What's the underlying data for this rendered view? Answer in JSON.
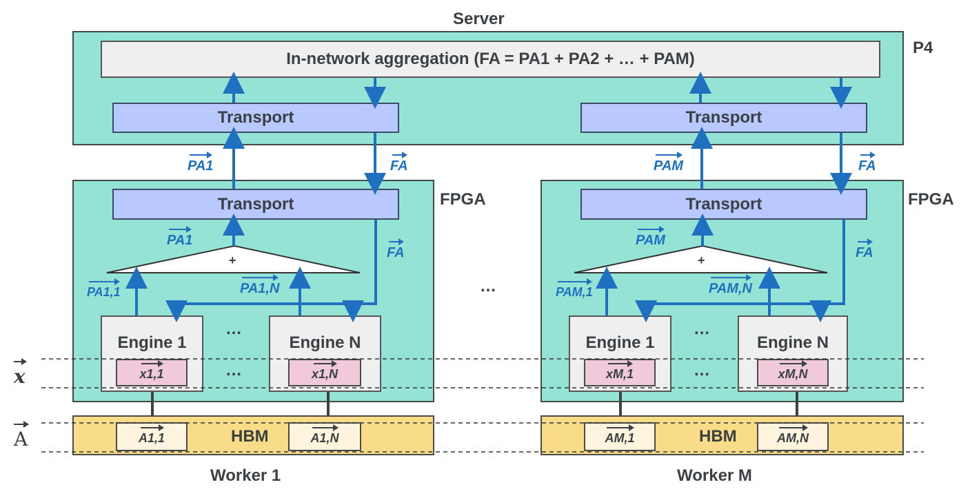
{
  "server": {
    "title": "Server",
    "tag": "P4",
    "aggregation_label": "In-network aggregation (FA = PA1 + PA2 + … + PAM)",
    "transport_left": "Transport",
    "transport_right": "Transport"
  },
  "workers": [
    {
      "name": "Worker 1",
      "fpga_tag": "FPGA",
      "transport": "Transport",
      "adder": "+",
      "engines": [
        "Engine 1",
        "Engine N"
      ],
      "x_cells": [
        "x1,1",
        "x1,N"
      ],
      "a_cells": [
        "A1,1",
        "A1,N"
      ],
      "hbm": "HBM",
      "pa_up": "PA1",
      "fa_down": "FA",
      "pa_sum": "PA1",
      "fa_inner": "FA",
      "pa_engine_1": "PA1,1",
      "pa_engine_n": "PA1,N"
    },
    {
      "name": "Worker M",
      "fpga_tag": "FPGA",
      "transport": "Transport",
      "adder": "+",
      "engines": [
        "Engine 1",
        "Engine N"
      ],
      "x_cells": [
        "xM,1",
        "xM,N"
      ],
      "a_cells": [
        "AM,1",
        "AM,N"
      ],
      "hbm": "HBM",
      "pa_up": "PAM",
      "fa_down": "FA",
      "pa_sum": "PAM",
      "fa_inner": "FA",
      "pa_engine_1": "PAM,1",
      "pa_engine_n": "PAM,N"
    }
  ],
  "ellipsis": "…",
  "row_labels": {
    "x": "x",
    "A": "A"
  },
  "colors": {
    "teal": "#95e3d4",
    "transport": "#b9c9ff",
    "arrow": "#1f70c1",
    "hbm": "#f8dc88",
    "x_cell": "#f0c9db"
  }
}
